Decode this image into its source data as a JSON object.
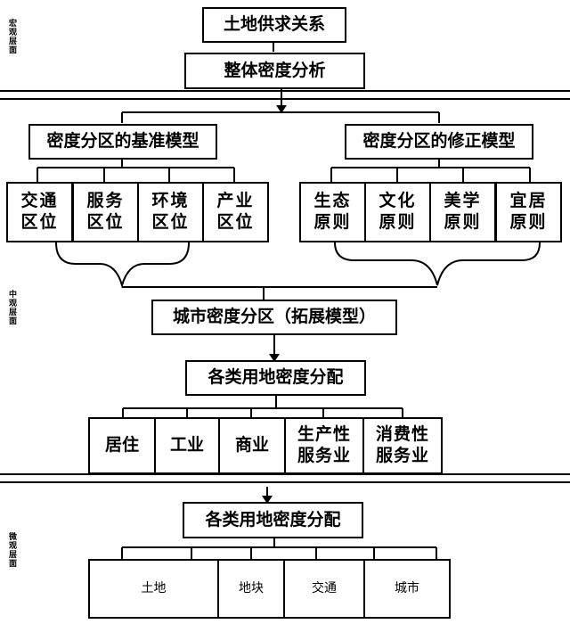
{
  "levels": {
    "macro": "宏观层面",
    "meso": "中观层面",
    "micro": "微观层面"
  },
  "top": {
    "supply_demand": "土地供求关系",
    "overall_analysis": "整体密度分析"
  },
  "models": {
    "base": "密度分区的基准模型",
    "revised": "密度分区的修正模型"
  },
  "base_factors": [
    "交通\n区位",
    "服务\n区位",
    "环境\n区位",
    "产业\n区位"
  ],
  "revised_factors": [
    "生态\n原则",
    "文化\n原则",
    "美学\n原则",
    "宜居\n原则"
  ],
  "extended_model": "城市密度分区（拓展模型）",
  "meso_alloc": "各类用地密度分配",
  "land_uses": [
    "居住",
    "工业",
    "商业",
    "生产性\n服务业",
    "消费性\n服务业"
  ],
  "micro_alloc": "各类用地密度分配",
  "micro_items": [
    "土地",
    "地块",
    "交通",
    "城市"
  ]
}
